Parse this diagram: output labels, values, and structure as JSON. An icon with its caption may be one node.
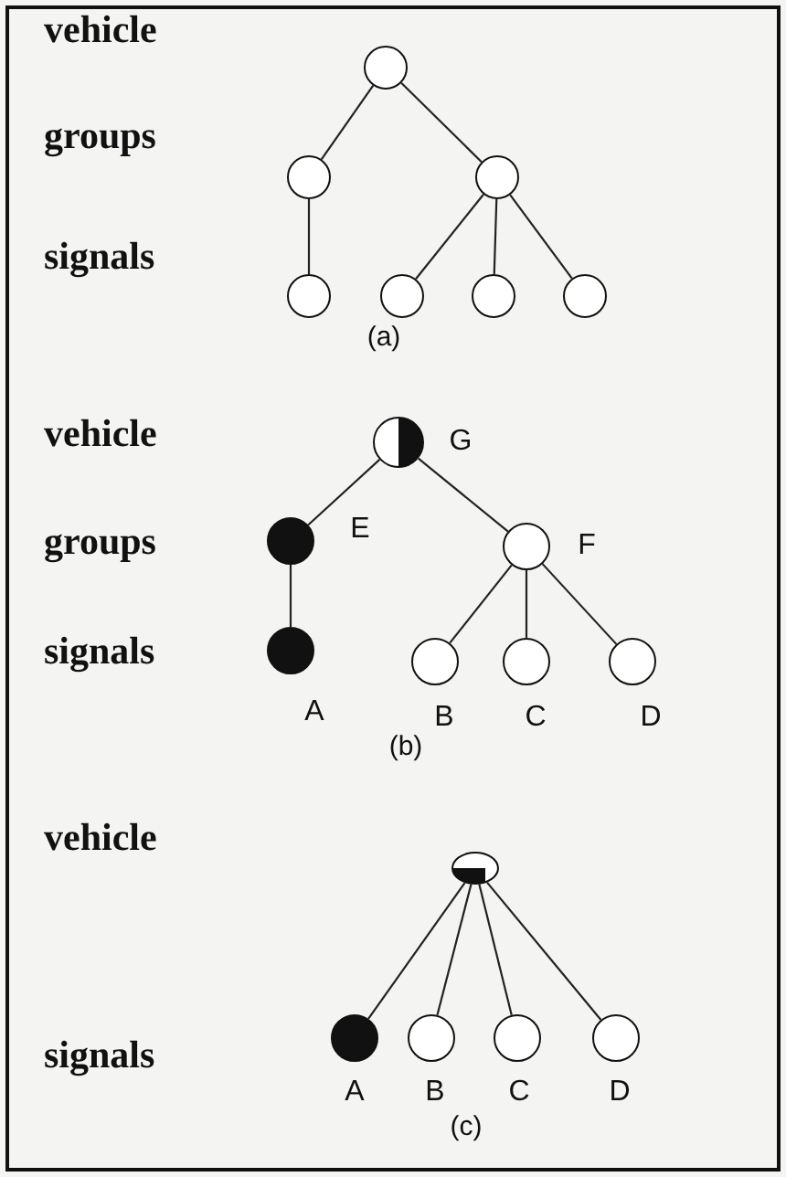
{
  "diagram": {
    "nodes": [
      {
        "text": [],
        "shape": "circle"
      },
      {
        "text": [],
        "shape": "circle"
      },
      {
        "text": [],
        "shape": "circle"
      },
      {
        "text": [],
        "shape": "circle"
      },
      {
        "text": [],
        "shape": "circle"
      },
      {
        "text": [],
        "shape": "circle"
      },
      {
        "text": [],
        "shape": "circle"
      },
      {
        "text": [],
        "shape": "circle",
        "beside": [
          "G"
        ]
      },
      {
        "text": [],
        "shape": "circle",
        "beside": [
          "E"
        ]
      },
      {
        "text": [],
        "shape": "circle",
        "beside": [
          "F"
        ]
      },
      {
        "text": [],
        "shape": "circle",
        "beside": [
          "A"
        ]
      },
      {
        "text": [],
        "shape": "circle",
        "beside": [
          "B"
        ]
      },
      {
        "text": [],
        "shape": "circle",
        "beside": [
          "C"
        ]
      },
      {
        "text": [],
        "shape": "circle",
        "beside": [
          "D"
        ]
      },
      {
        "text": [],
        "shape": "circle"
      },
      {
        "text": [],
        "shape": "circle",
        "beside": [
          "A"
        ]
      },
      {
        "text": [],
        "shape": "circle",
        "beside": [
          "B"
        ]
      },
      {
        "text": [],
        "shape": "circle",
        "beside": [
          "C"
        ]
      },
      {
        "text": [],
        "shape": "circle",
        "beside": [
          "D"
        ]
      }
    ],
    "edges": [
      {
        "from": 0,
        "to": 1,
        "arrow": "none"
      },
      {
        "from": 0,
        "to": 2,
        "arrow": "none"
      },
      {
        "from": 1,
        "to": 3,
        "arrow": "none"
      },
      {
        "from": 2,
        "to": 4,
        "arrow": "none"
      },
      {
        "from": 2,
        "to": 5,
        "arrow": "none"
      },
      {
        "from": 2,
        "to": 6,
        "arrow": "none"
      },
      {
        "from": 7,
        "to": 8,
        "arrow": "none"
      },
      {
        "from": 7,
        "to": 9,
        "arrow": "none"
      },
      {
        "from": 8,
        "to": 10,
        "arrow": "none"
      },
      {
        "from": 9,
        "to": 11,
        "arrow": "none"
      },
      {
        "from": 9,
        "to": 12,
        "arrow": "none"
      },
      {
        "from": 9,
        "to": 13,
        "arrow": "none"
      },
      {
        "from": 14,
        "to": 15,
        "arrow": "none"
      },
      {
        "from": 14,
        "to": 16,
        "arrow": "none"
      },
      {
        "from": 14,
        "to": 17,
        "arrow": "none"
      },
      {
        "from": 14,
        "to": 18,
        "arrow": "none"
      }
    ],
    "labels": [
      "vehicle",
      "groups",
      "signals",
      "(a)",
      "vehicle",
      "groups",
      "signals",
      "(b)",
      "vehicle",
      "signals",
      "(c)"
    ]
  }
}
